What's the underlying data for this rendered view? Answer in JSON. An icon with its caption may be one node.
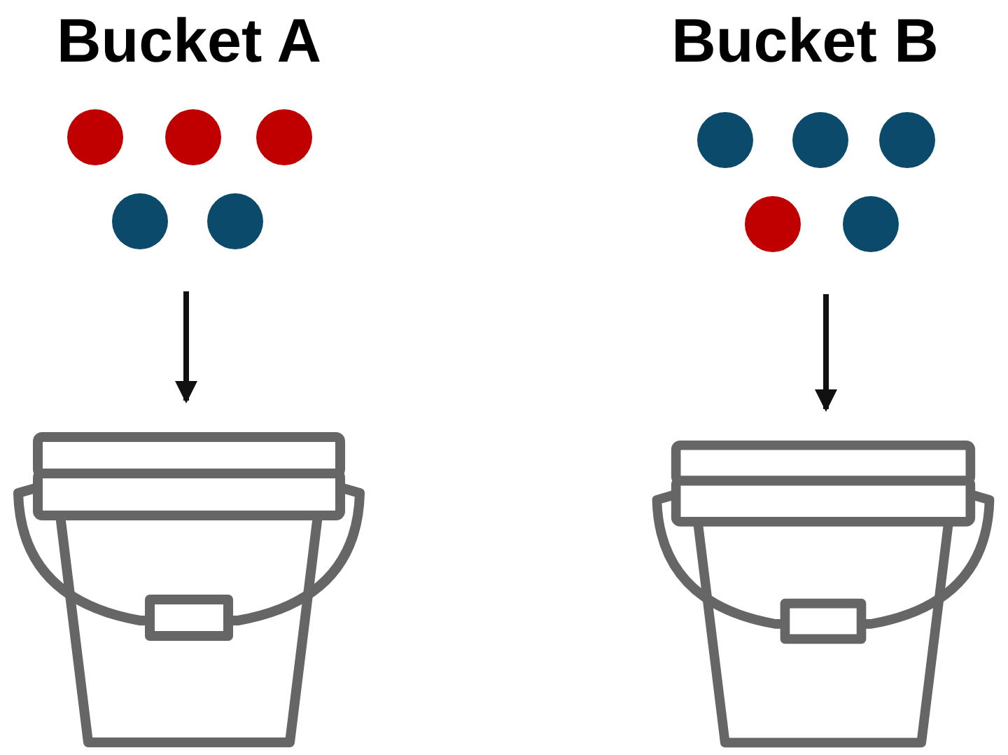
{
  "diagram": {
    "nodes": [
      {
        "text": [],
        "shape": "circle"
      },
      {
        "text": [],
        "shape": "circle"
      },
      {
        "text": [],
        "shape": "circle"
      },
      {
        "text": [],
        "shape": "circle"
      },
      {
        "text": [],
        "shape": "circle"
      },
      {
        "text": [],
        "shape": "picture"
      },
      {
        "text": [],
        "shape": "circle"
      },
      {
        "text": [],
        "shape": "circle"
      },
      {
        "text": [],
        "shape": "circle"
      },
      {
        "text": [],
        "shape": "circle"
      },
      {
        "text": [],
        "shape": "circle"
      },
      {
        "text": [],
        "shape": "picture"
      }
    ],
    "edges": [
      {
        "from": null,
        "to": 5,
        "arrow": "to"
      },
      {
        "from": null,
        "to": 11,
        "arrow": "to"
      }
    ],
    "labels": [
      "Bucket A",
      "Bucket B"
    ]
  }
}
